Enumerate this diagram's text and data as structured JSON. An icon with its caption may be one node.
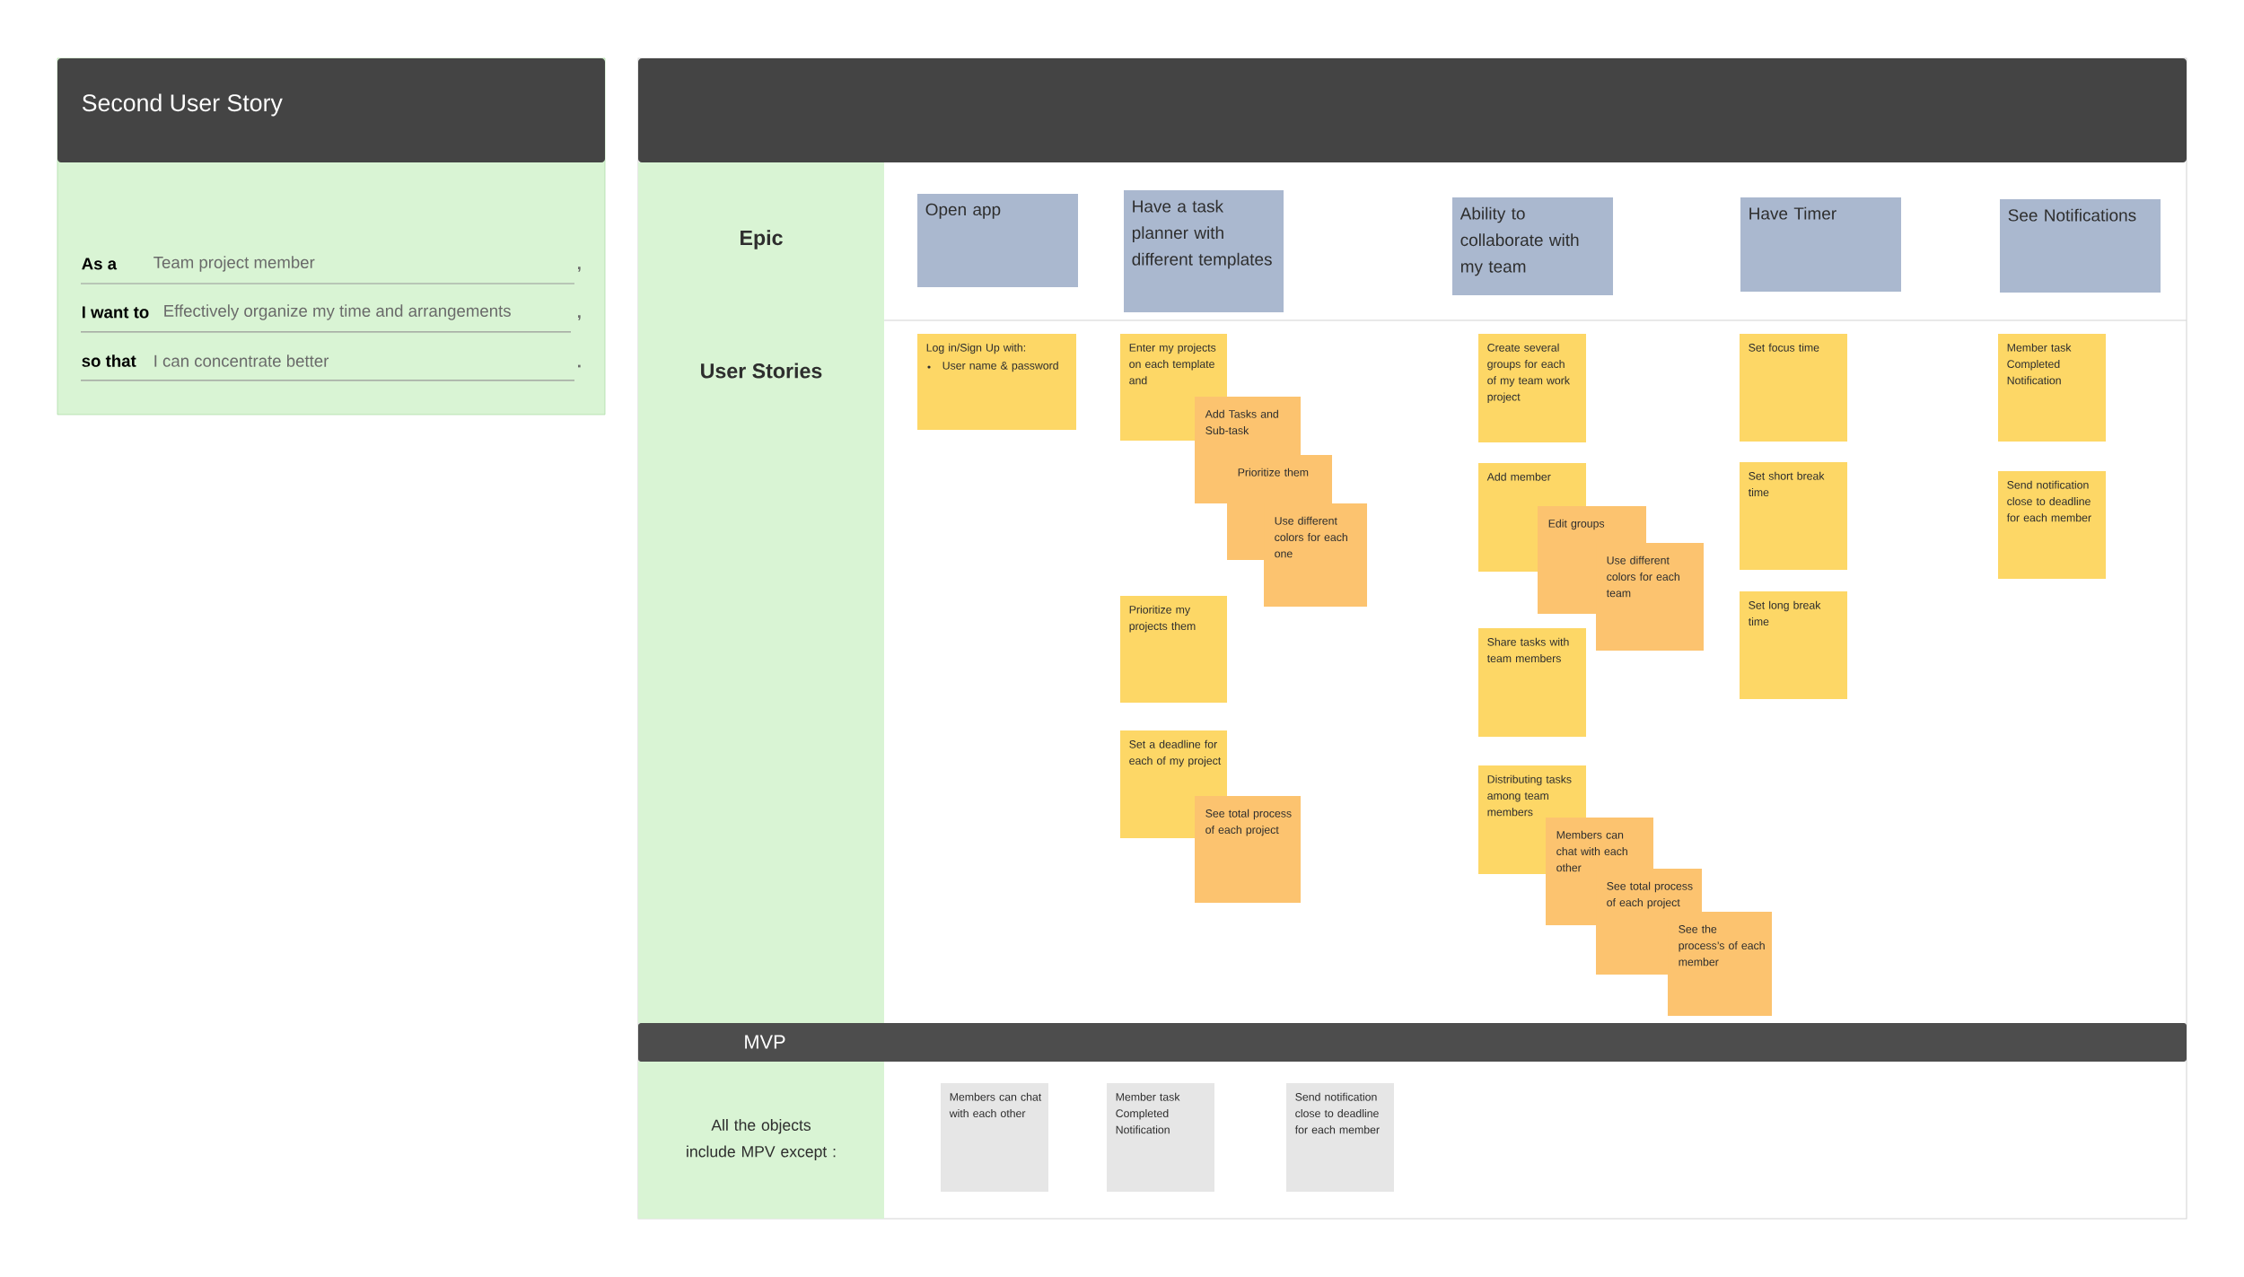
{
  "diagram": {
    "nodes": [
      {
        "text": [
          "Second User Story"
        ]
      },
      {
        "text": [],
        "shape": "box"
      },
      {
        "text": [
          "Epic",
          "User Stories"
        ],
        "in": 1
      },
      {
        "text": [
          "Open app"
        ],
        "in": 1
      },
      {
        "text": [
          "Have a task planner with different templates"
        ],
        "in": 1
      },
      {
        "text": [
          "Ability to collaborate with my team"
        ],
        "in": 1
      },
      {
        "text": [
          "Have Timer"
        ],
        "in": 1
      },
      {
        "text": [
          "See Notifications"
        ],
        "in": 1
      },
      {
        "text": [
          "Log in/Sign Up with:",
          "User name & password"
        ],
        "in": 1
      },
      {
        "text": [
          "Enter my projects on each template and"
        ],
        "in": 1
      },
      {
        "text": [
          "Add Tasks and Sub-task"
        ],
        "in": 1
      },
      {
        "text": [
          "Prioritize them"
        ],
        "in": 1
      },
      {
        "text": [
          "Use different colors for each one"
        ],
        "in": 1
      },
      {
        "text": [
          "Prioritize my projects them"
        ],
        "in": 1
      },
      {
        "text": [
          "Set a deadline for each of my project"
        ],
        "in": 1
      },
      {
        "text": [
          "See total process of each project"
        ],
        "in": 1
      },
      {
        "text": [
          "Create several groups for each of my team work project"
        ],
        "in": 1
      },
      {
        "text": [
          "Add member"
        ],
        "in": 1
      },
      {
        "text": [
          "Edit groups"
        ],
        "in": 1
      },
      {
        "text": [
          "Use different colors for each team"
        ],
        "in": 1
      },
      {
        "text": [
          "Share tasks with team members"
        ],
        "in": 1
      },
      {
        "text": [
          "Distributing tasks among team members"
        ],
        "in": 1
      },
      {
        "text": [
          "Members can chat with each other"
        ],
        "in": 1
      },
      {
        "text": [
          "See total process of each project"
        ],
        "in": 1
      },
      {
        "text": [
          "See the process’s of each member"
        ],
        "in": 1
      },
      {
        "text": [
          "Set focus time"
        ],
        "in": 1
      },
      {
        "text": [
          "Set short break time"
        ],
        "in": 1
      },
      {
        "text": [
          "Set long break time"
        ],
        "in": 1
      },
      {
        "text": [
          "Member task Completed Notification"
        ],
        "in": 1
      },
      {
        "text": [
          "Send notification close to deadline for each member"
        ],
        "in": 1
      },
      {
        "text": [
          "MVP"
        ],
        "in": 1
      },
      {
        "text": [
          "All the objects include MPV except :"
        ],
        "in": 1
      },
      {
        "text": [
          "Members can chat with each other"
        ],
        "in": 1
      },
      {
        "text": [
          "Member task Completed Notification"
        ],
        "in": 1
      },
      {
        "text": [
          "Send notification close to deadline for each member"
        ],
        "in": 1
      }
    ],
    "labels": [
      "As a",
      "Team project member",
      ",",
      "I want to",
      "Effectively organize my time and arrangements",
      ",",
      "so that",
      "I can concentrate better",
      "."
    ]
  }
}
